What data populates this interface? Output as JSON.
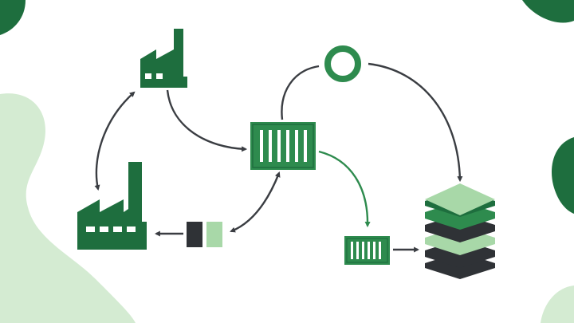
{
  "colors": {
    "background": "#ffffff",
    "dark_green": "#1e6e3e",
    "mid_green": "#2e8b4e",
    "light_green": "#a8d8a8",
    "pale_green": "#d4ebd2",
    "charcoal": "#2f3236",
    "arrow": "#3a3d42"
  },
  "nodes": [
    {
      "id": "small-factory",
      "icon": "factory-icon"
    },
    {
      "id": "large-factory",
      "icon": "factory-icon"
    },
    {
      "id": "container-hub",
      "icon": "shipping-container-icon"
    },
    {
      "id": "recycle-ring",
      "icon": "ring-icon"
    },
    {
      "id": "small-container",
      "icon": "shipping-container-icon"
    },
    {
      "id": "battery-pair",
      "icon": "battery-blocks-icon"
    },
    {
      "id": "layer-stack",
      "icon": "stacked-layers-icon"
    }
  ],
  "edges": [
    {
      "from": "small-factory",
      "to": "container-hub",
      "style": "dark",
      "direction": "forward"
    },
    {
      "from": "small-factory",
      "to": "large-factory",
      "style": "dark",
      "direction": "both"
    },
    {
      "from": "container-hub",
      "to": "recycle-ring",
      "style": "dark",
      "direction": "none"
    },
    {
      "from": "recycle-ring",
      "to": "layer-stack",
      "style": "dark",
      "direction": "forward"
    },
    {
      "from": "container-hub",
      "to": "small-container",
      "style": "green",
      "direction": "forward"
    },
    {
      "from": "small-container",
      "to": "layer-stack",
      "style": "dark",
      "direction": "forward"
    },
    {
      "from": "container-hub",
      "to": "battery-pair",
      "style": "dark",
      "direction": "both"
    },
    {
      "from": "battery-pair",
      "to": "large-factory",
      "style": "dark",
      "direction": "forward"
    }
  ]
}
